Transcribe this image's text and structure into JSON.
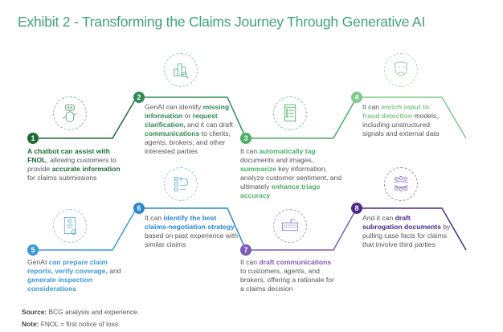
{
  "title": "Exhibit 2 - Transforming the Claims Journey Through Generative AI",
  "colors": {
    "title": "#3fa37a",
    "step1": "#1e6b37",
    "step2": "#2f8a55",
    "step3": "#4cae68",
    "step4": "#7fc98a",
    "step5": "#3a9ad9",
    "step6": "#2a86cf",
    "step7": "#7a5cb8",
    "step8": "#4b2a8c"
  },
  "steps": [
    {
      "number": "1",
      "icon": "chatbot-robot-icon",
      "parts": [
        {
          "t": "A chatbot can assist with FNOL",
          "h": true
        },
        {
          "t": ", allowing customers to provide ",
          "h": false
        },
        {
          "t": "accurate information",
          "h": true
        },
        {
          "t": " for claims submissions",
          "h": false
        }
      ]
    },
    {
      "number": "2",
      "icon": "bar-chart-magnifier-icon",
      "parts": [
        {
          "t": "GenAI can identify ",
          "h": false
        },
        {
          "t": "missing information",
          "h": true
        },
        {
          "t": " or ",
          "h": false
        },
        {
          "t": "request clarification,",
          "h": true
        },
        {
          "t": " and it can draft ",
          "h": false
        },
        {
          "t": "communications",
          "h": true
        },
        {
          "t": " to clients, agents, brokers, and other interested parties",
          "h": false
        }
      ]
    },
    {
      "number": "3",
      "icon": "checklist-document-icon",
      "parts": [
        {
          "t": "It can ",
          "h": false
        },
        {
          "t": "automatically tag",
          "h": true
        },
        {
          "t": " documents and images, ",
          "h": false
        },
        {
          "t": "summarize",
          "h": true
        },
        {
          "t": " key information, analyze customer sentiment, and ultimately ",
          "h": false
        },
        {
          "t": "enhance triage accuracy",
          "h": true
        }
      ]
    },
    {
      "number": "4",
      "icon": "theater-masks-icon",
      "parts": [
        {
          "t": "It can ",
          "h": false
        },
        {
          "t": "enrich input to fraud detection",
          "h": true
        },
        {
          "t": " models, including unstructured signals and external data",
          "h": false
        }
      ]
    },
    {
      "number": "5",
      "icon": "claim-report-certificate-icon",
      "parts": [
        {
          "t": "GenAI ",
          "h": false
        },
        {
          "t": "can prepare claim reports, verify coverage,",
          "h": true
        },
        {
          "t": " and ",
          "h": false
        },
        {
          "t": "generate inspection considerations",
          "h": true
        }
      ]
    },
    {
      "number": "6",
      "icon": "strategy-checklist-arrow-icon",
      "parts": [
        {
          "t": "It can ",
          "h": false
        },
        {
          "t": "identify the best claims-negotiation strategy",
          "h": true
        },
        {
          "t": " based on past experience with similar claims",
          "h": false
        }
      ]
    },
    {
      "number": "7",
      "icon": "keyboard-icon",
      "parts": [
        {
          "t": "It can ",
          "h": false
        },
        {
          "t": "draft communications",
          "h": true
        },
        {
          "t": " to customers, agents, and brokers, offering a rationale for a claims decision",
          "h": false
        }
      ]
    },
    {
      "number": "8",
      "icon": "meeting-table-people-icon",
      "parts": [
        {
          "t": "And it can ",
          "h": false
        },
        {
          "t": "draft subrogation documents",
          "h": true
        },
        {
          "t": " by pulling case facts for claims that involve third parties",
          "h": false
        }
      ]
    }
  ],
  "footer": {
    "source_label": "Source:",
    "source_text": " BCG analysis and experience.",
    "note_label": "Note:",
    "note_text": " FNOL = first notice of loss."
  }
}
